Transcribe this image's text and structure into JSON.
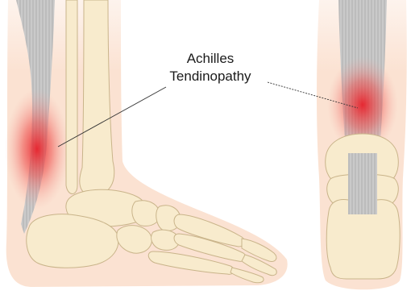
{
  "label": {
    "line1": "Achilles",
    "line2": "Tendinopathy"
  },
  "colors": {
    "skin": "#fbe2d2",
    "bone": "#f8ebcd",
    "bone_outline": "#c9b48a",
    "tendon": "#bfbfbf",
    "inflammation": "#e8202a",
    "leader_line": "#333333"
  },
  "views": [
    "side-view",
    "rear-view"
  ]
}
